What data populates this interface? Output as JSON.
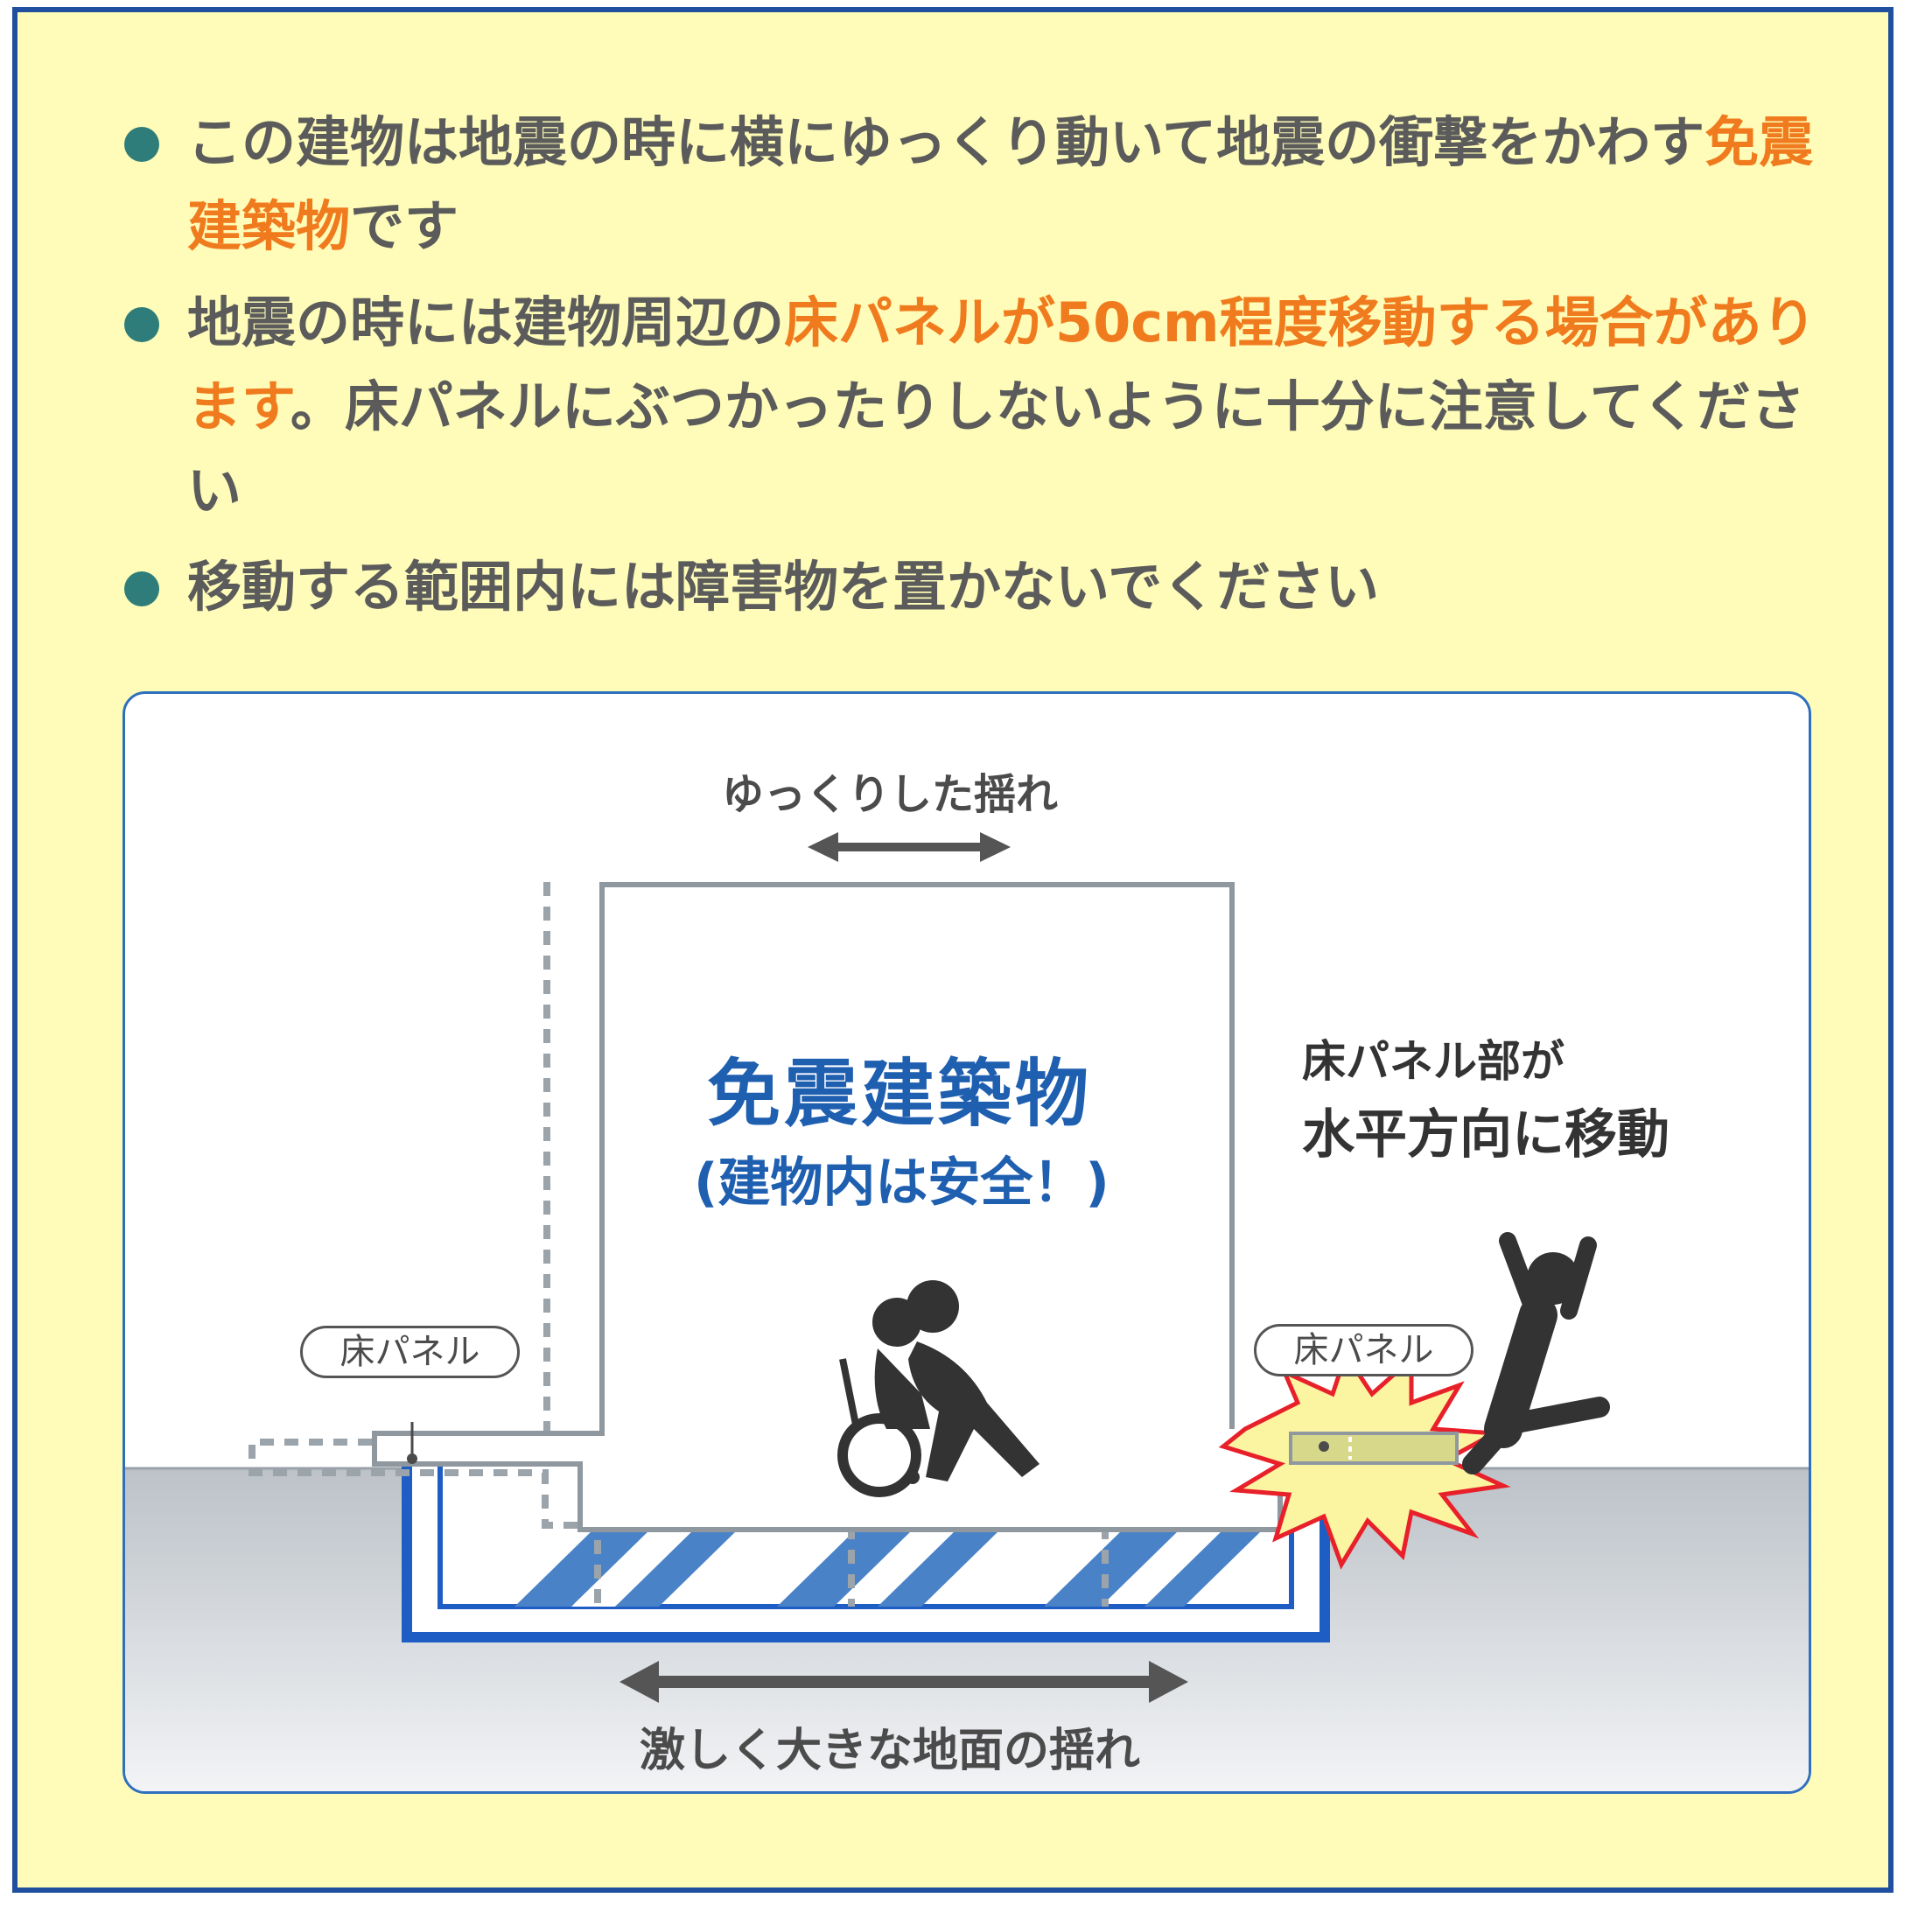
{
  "notice": {
    "bullets": [
      {
        "a": "この建物は地震の時に横にゆっくり動いて地震の衝撃をかわす",
        "b": "免震建築物",
        "c": "です"
      },
      {
        "a": "地震の時には建物周辺の",
        "b": "床パネルが50cm程度移動する場合があります",
        "c": "。床パネルにぶつかったりしないように十分に注意してください"
      },
      {
        "a": "移動する範囲内には障害物を置かないでください"
      }
    ]
  },
  "diagram": {
    "slow_sway_label": "ゆっくりした揺れ",
    "building_title": "免震建築物",
    "building_subtitle": "(建物内は安全！)",
    "floor_panel_left": "床パネル",
    "floor_panel_right": "床パネル",
    "panel_move_line1": "床パネル部が",
    "panel_move_line2": "水平方向に移動",
    "ground_shake_label": "激しく大きな地面の揺れ"
  },
  "colors": {
    "frame": "#1f4f9e",
    "background": "#fefcb8",
    "highlight": "#f07b1e",
    "bullet": "#2e7d7a",
    "building_text": "#1f5fb0",
    "foundation": "#1e5ec4",
    "ground": "#c9cdd3"
  },
  "icons": [
    "wheelchair-caregiver-icon",
    "falling-person-icon",
    "impact-burst-icon"
  ]
}
